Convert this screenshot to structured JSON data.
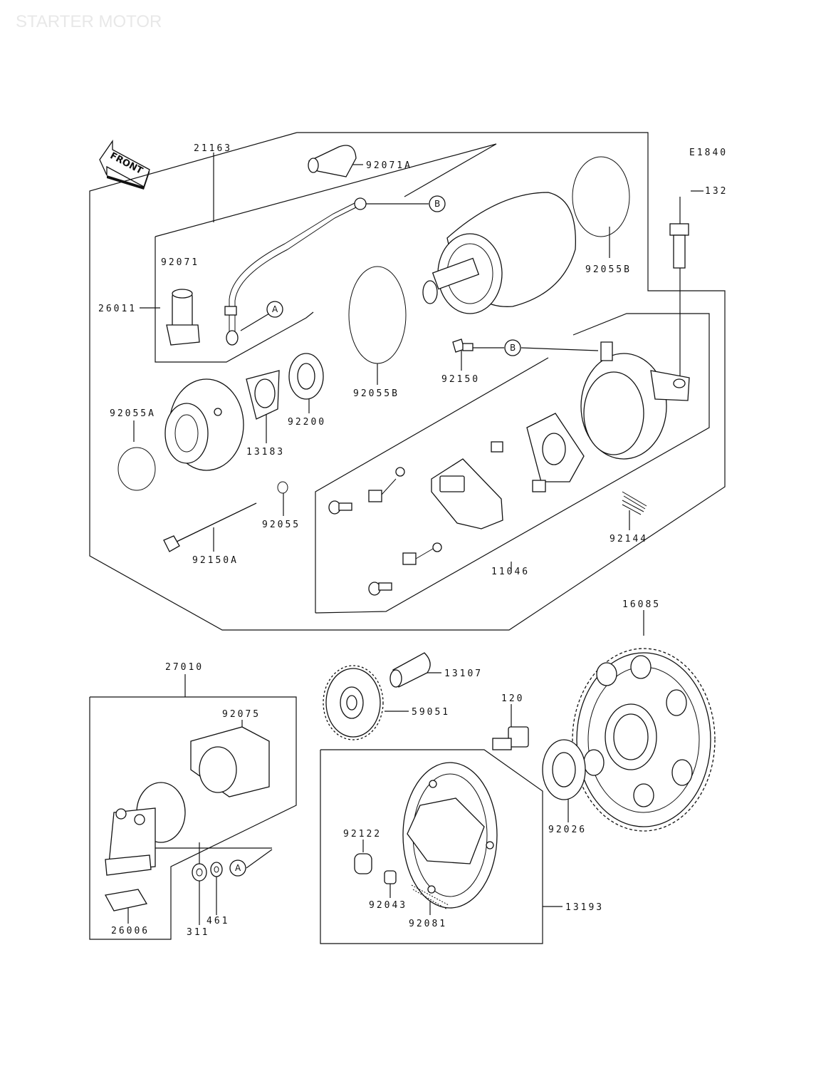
{
  "title": "STARTER MOTOR",
  "diagram_code": "E1840",
  "direction_label": "FRONT",
  "refs": {
    "a": "A",
    "b": "B"
  },
  "parts": {
    "p21163": "21163",
    "p92071A": "92071A",
    "p92071": "92071",
    "p26011": "26011",
    "p92055B_top": "92055B",
    "p132": "132",
    "p92055B_mid": "92055B",
    "p92150": "92150",
    "p92055A": "92055A",
    "p13183": "13183",
    "p92200": "92200",
    "p92055": "92055",
    "p92150A": "92150A",
    "p92144": "92144",
    "p11046": "11046",
    "p16085": "16085",
    "p27010": "27010",
    "p92075": "92075",
    "p13107": "13107",
    "p59051": "59051",
    "p120": "120",
    "p92026": "92026",
    "p92122": "92122",
    "p92043": "92043",
    "p92081": "92081",
    "p13193": "13193",
    "p26006": "26006",
    "p311": "311",
    "p461": "461"
  }
}
